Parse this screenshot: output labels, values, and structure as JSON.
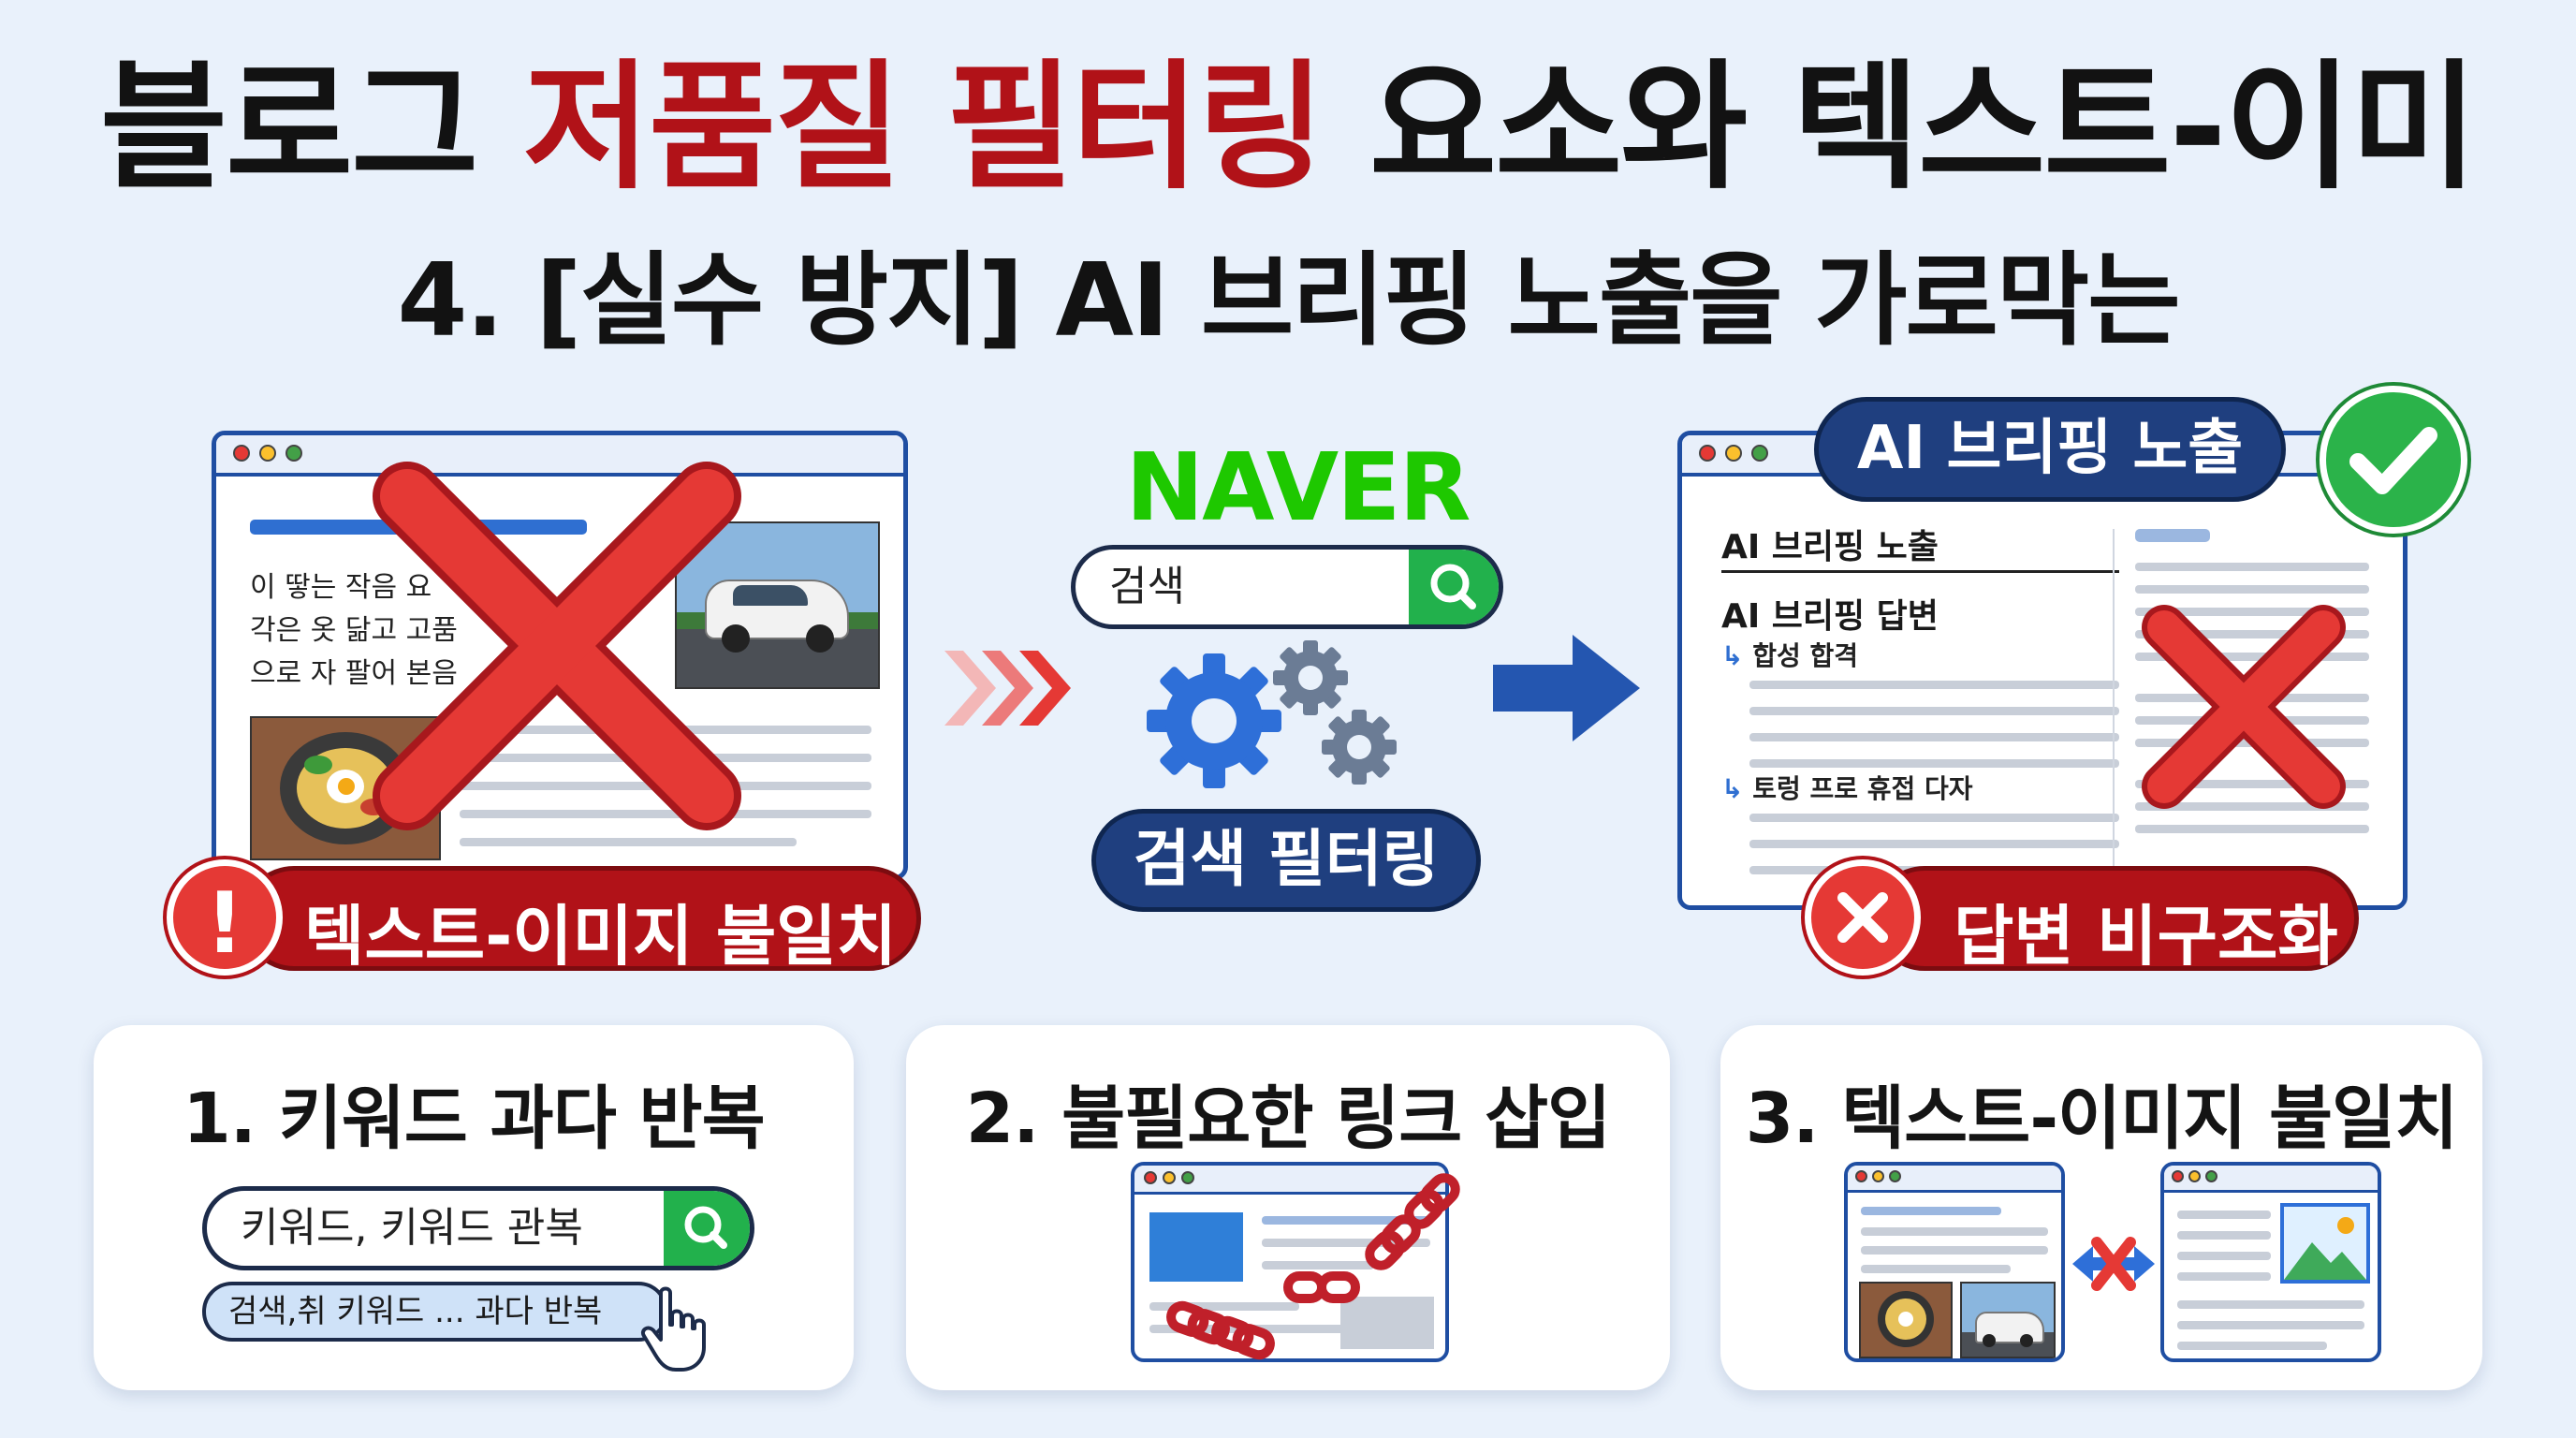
{
  "title": {
    "part1": "블로그",
    "part2": "저품질 필터링",
    "part3": "요소와 텍스트-이미"
  },
  "subtitle": "4. [실수 방지] AI 브리핑 노출을 가로막는",
  "left_panel": {
    "text_lines": [
      "이 땋는 작음 요",
      "각은 옷 닮고 고품",
      "으로 자 팔어 본음"
    ],
    "badge_label": "텍스트-이미지 불일치",
    "badge_icon": "exclamation-icon"
  },
  "center_panel": {
    "brand": "NAVER",
    "search_text": "검색",
    "filter_label": "검색 필터링",
    "colors": {
      "naver_green": "#1ec800",
      "button_green": "#22b14c"
    }
  },
  "right_panel": {
    "header_badge": "AI 브리핑 노출",
    "heading": "AI 브리핑 노출",
    "answer_title": "AI 브리핑 답변",
    "items": [
      "합성 합격",
      "토렁 프로 휴접 다자"
    ],
    "badge_label": "답변 비구조화"
  },
  "cards": [
    {
      "title": "1. 키워드 과다 반복",
      "search_text": "키워드, 키워드 관복",
      "tooltip": "검색,취 키워드 ... 과다 반복"
    },
    {
      "title": "2. 불필요한 링크 삽입"
    },
    {
      "title": "3. 텍스트-이미지 불일치"
    }
  ],
  "colors": {
    "accent_red": "#b11218",
    "navy": "#1f3f7f",
    "blue": "#1f4ea2"
  }
}
